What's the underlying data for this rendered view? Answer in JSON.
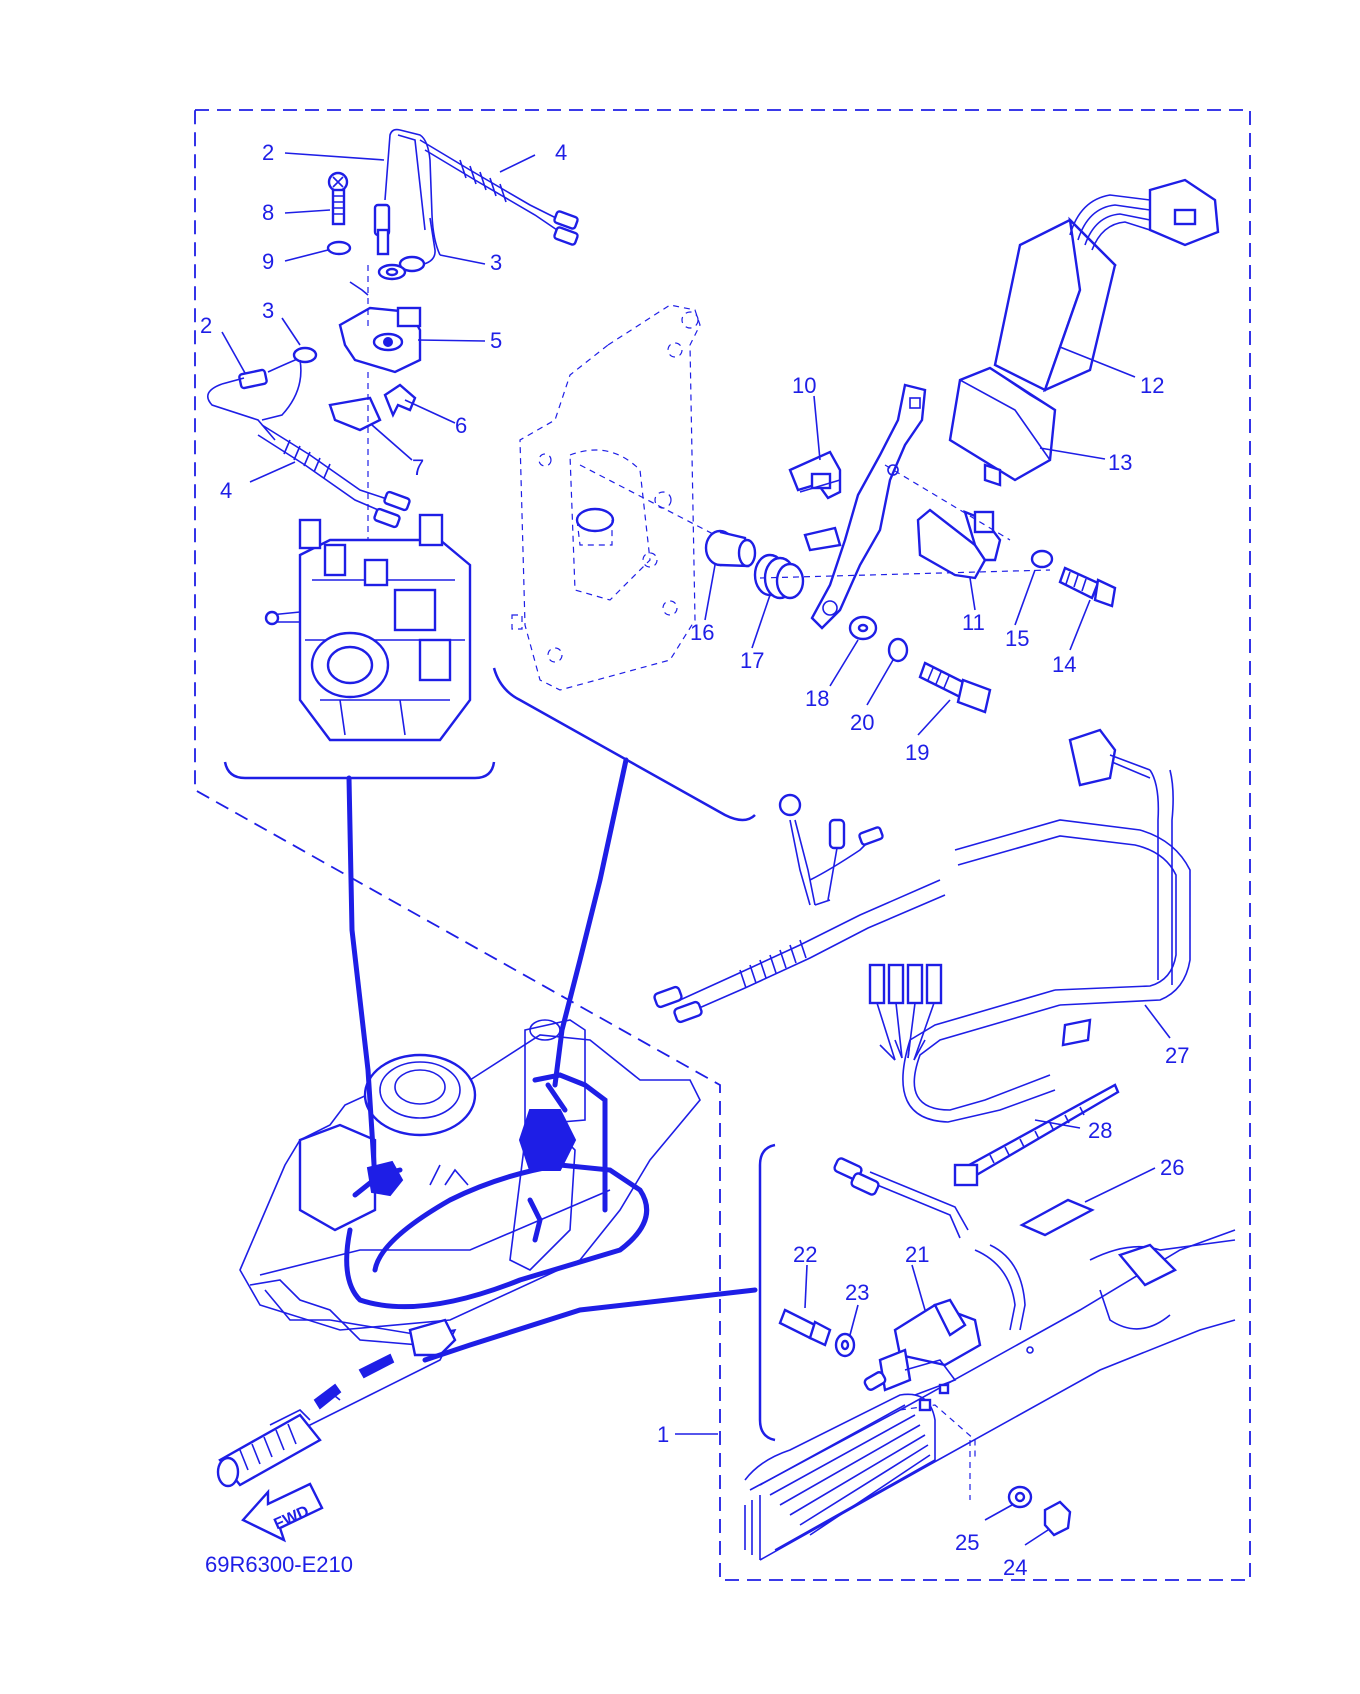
{
  "diagram": {
    "drawing_code": "69R6300-E210",
    "fwd_label": "FWD",
    "accent_color": "#1e1ee6",
    "callouts": [
      {
        "id": "c2a",
        "text": "2"
      },
      {
        "id": "c4a",
        "text": "4"
      },
      {
        "id": "c8",
        "text": "8"
      },
      {
        "id": "c9",
        "text": "9"
      },
      {
        "id": "c3a",
        "text": "3"
      },
      {
        "id": "c2b",
        "text": "2"
      },
      {
        "id": "c3b",
        "text": "3"
      },
      {
        "id": "c5",
        "text": "5"
      },
      {
        "id": "c6",
        "text": "6"
      },
      {
        "id": "c7",
        "text": "7"
      },
      {
        "id": "c4b",
        "text": "4"
      },
      {
        "id": "c10",
        "text": "10"
      },
      {
        "id": "c12",
        "text": "12"
      },
      {
        "id": "c13",
        "text": "13"
      },
      {
        "id": "c11",
        "text": "11"
      },
      {
        "id": "c15",
        "text": "15"
      },
      {
        "id": "c14",
        "text": "14"
      },
      {
        "id": "c16",
        "text": "16"
      },
      {
        "id": "c17",
        "text": "17"
      },
      {
        "id": "c18",
        "text": "18"
      },
      {
        "id": "c20",
        "text": "20"
      },
      {
        "id": "c19",
        "text": "19"
      },
      {
        "id": "c27",
        "text": "27"
      },
      {
        "id": "c28",
        "text": "28"
      },
      {
        "id": "c26",
        "text": "26"
      },
      {
        "id": "c22",
        "text": "22"
      },
      {
        "id": "c21",
        "text": "21"
      },
      {
        "id": "c23",
        "text": "23"
      },
      {
        "id": "c1",
        "text": "1"
      },
      {
        "id": "c25",
        "text": "25"
      },
      {
        "id": "c24",
        "text": "24"
      }
    ]
  }
}
